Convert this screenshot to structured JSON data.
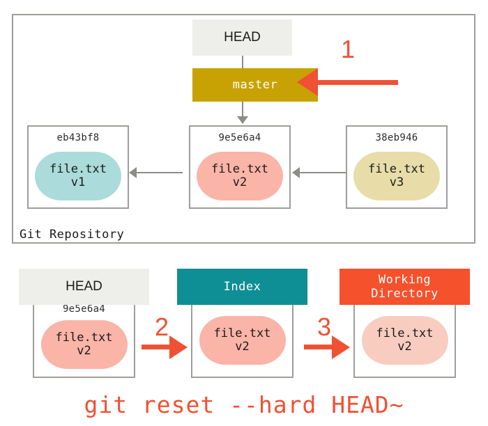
{
  "repository": {
    "label": "Git Repository",
    "head_pointer": {
      "label": "HEAD"
    },
    "branch": {
      "label": "master",
      "color": "#c8a202"
    },
    "commits": [
      {
        "hash": "eb43bf8",
        "file": "file.txt",
        "version": "v1",
        "blob_color": "#abdbdb"
      },
      {
        "hash": "9e5e6a4",
        "file": "file.txt",
        "version": "v2",
        "blob_color": "#fab4a8"
      },
      {
        "hash": "38eb946",
        "file": "file.txt",
        "version": "v3",
        "blob_color": "#e8dca8"
      }
    ]
  },
  "annotations": {
    "step_1": "1",
    "step_2": "2",
    "step_3": "3",
    "accent_color": "#f05033"
  },
  "areas": [
    {
      "name": "HEAD",
      "title_line1": "HEAD",
      "title_line2": "",
      "header_color": "#eeeeea",
      "hash": "9e5e6a4",
      "file": "file.txt",
      "version": "v2",
      "blob_color": "#fab4a8"
    },
    {
      "name": "Index",
      "title_line1": "Index",
      "title_line2": "",
      "header_color": "#0e8f95",
      "hash": "",
      "file": "file.txt",
      "version": "v2",
      "blob_color": "#fab4a8"
    },
    {
      "name": "Working Directory",
      "title_line1": "Working",
      "title_line2": "Directory",
      "header_color": "#f4512c",
      "hash": "",
      "file": "file.txt",
      "version": "v2",
      "blob_color": "#f9ccc0"
    }
  ],
  "command": "git reset --hard HEAD~"
}
